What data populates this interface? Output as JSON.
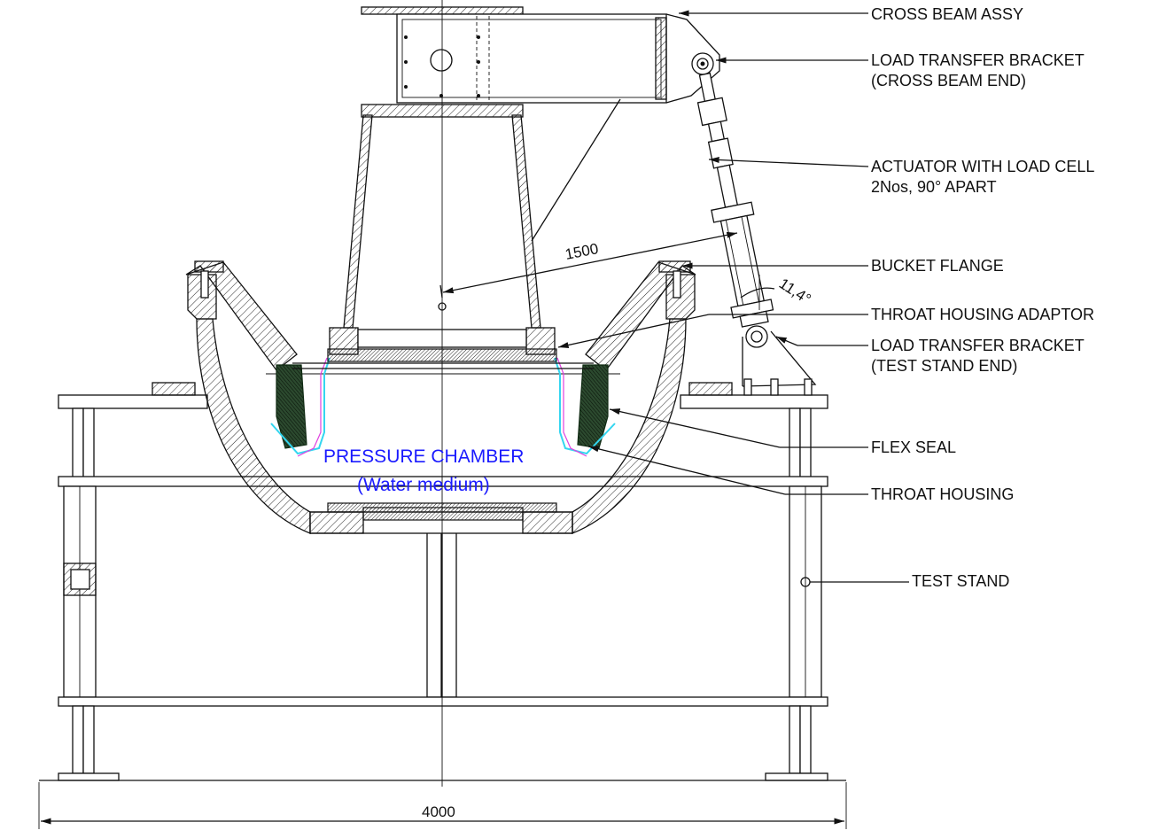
{
  "labels": {
    "cross_beam_assy": "CROSS BEAM ASSY",
    "ltb_cross_beam_1": "LOAD TRANSFER BRACKET",
    "ltb_cross_beam_2": "(CROSS BEAM END)",
    "actuator_1": "ACTUATOR WITH LOAD CELL",
    "actuator_2": "2Nos, 90° APART",
    "bucket_flange": "BUCKET FLANGE",
    "throat_housing_adaptor": "THROAT HOUSING ADAPTOR",
    "ltb_test_stand_1": "LOAD TRANSFER BRACKET",
    "ltb_test_stand_2": "(TEST STAND END)",
    "flex_seal": "FLEX SEAL",
    "throat_housing": "THROAT HOUSING",
    "test_stand": "TEST STAND"
  },
  "chamber": {
    "title": "PRESSURE CHAMBER",
    "medium": "(Water medium)"
  },
  "dimensions": {
    "radius": "1500",
    "width": "4000",
    "angle": "11,4°"
  },
  "colors": {
    "chamber_text": "#1a1aff",
    "flex_seal": "#1e3a22",
    "liner_cyan": "#33d6f0",
    "liner_magenta": "#e040e0"
  }
}
